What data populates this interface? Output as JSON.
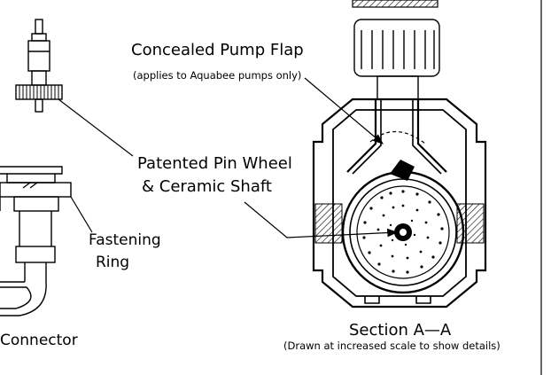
{
  "labels": {
    "pump_flap_title": "Concealed Pump Flap",
    "pump_flap_note": "(applies to Aquabee pumps only)",
    "pin_wheel_line1": "Patented Pin Wheel",
    "pin_wheel_line2": "& Ceramic Shaft",
    "fastening_line1": "Fastening",
    "fastening_line2": "Ring",
    "connector": "Connector",
    "section_title": "Section A—A",
    "section_note": "(Drawn at increased scale to show details)"
  },
  "colors": {
    "line": "#000000",
    "background": "#ffffff"
  }
}
